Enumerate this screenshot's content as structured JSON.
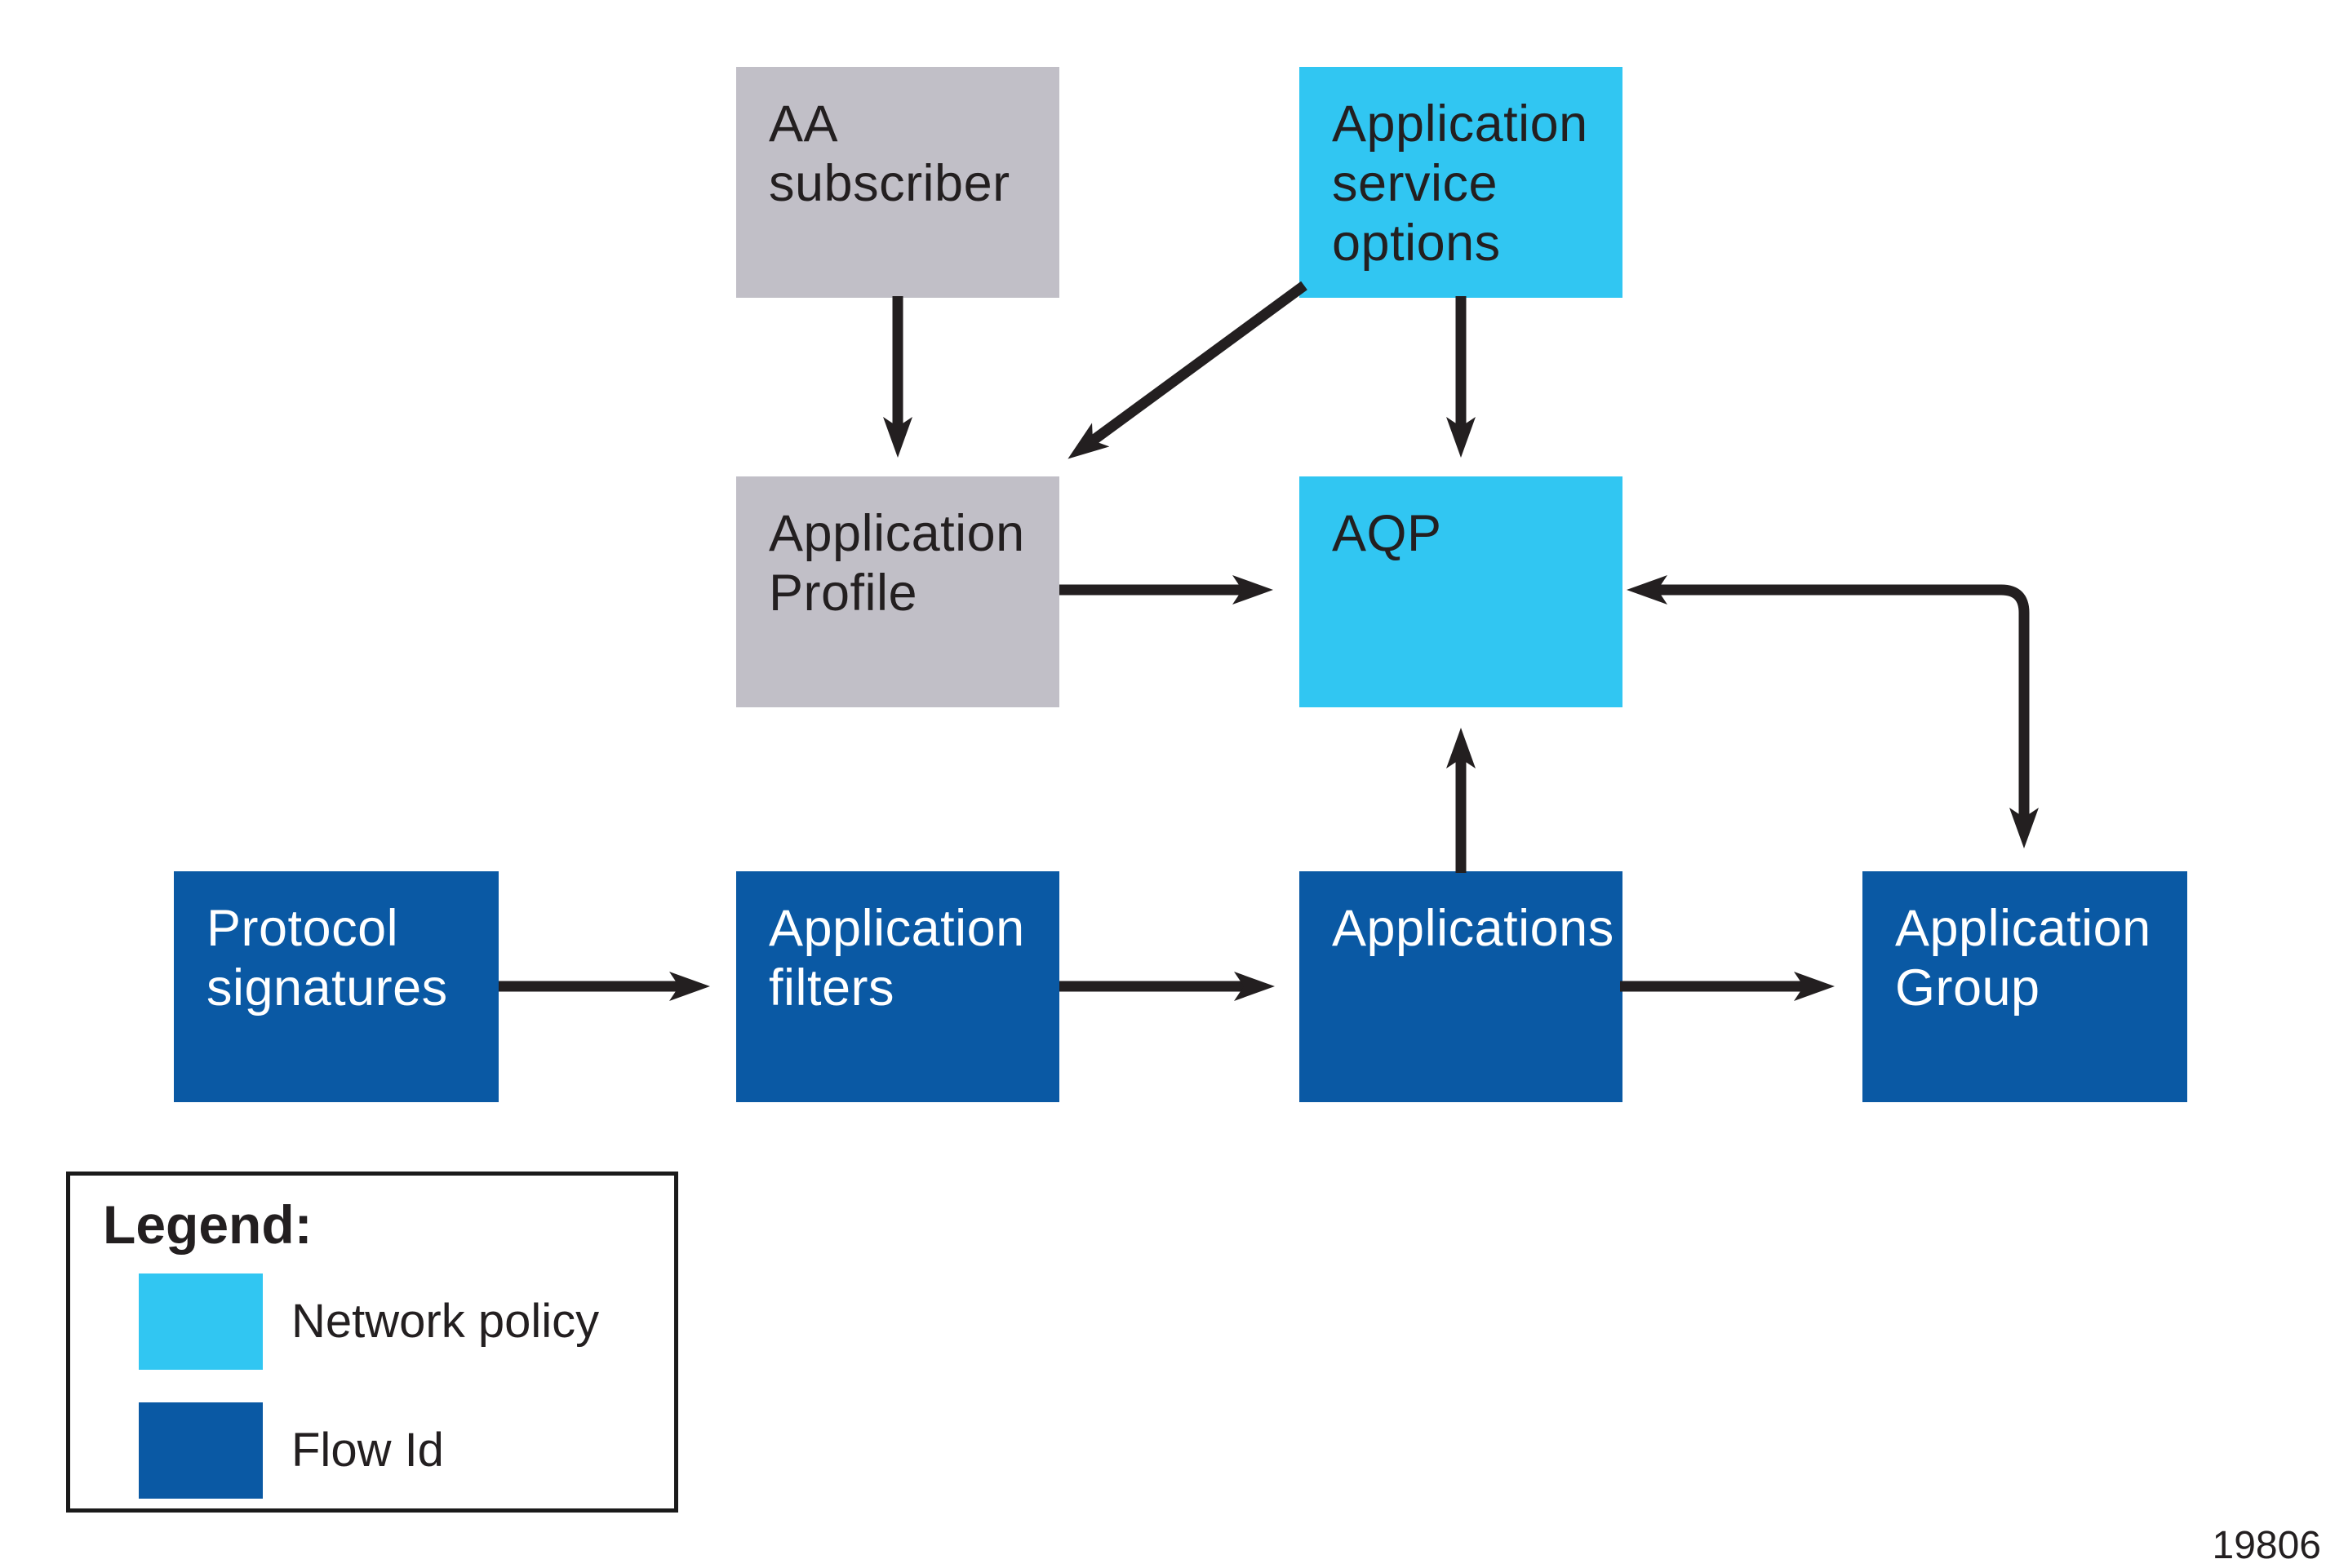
{
  "nodes": {
    "aa_subscriber": {
      "label": "AA\nsubscriber",
      "category": "neutral"
    },
    "app_service_options": {
      "label": "Application\nservice\noptions",
      "category": "network_policy"
    },
    "application_profile": {
      "label": "Application\nProfile",
      "category": "neutral"
    },
    "aqp": {
      "label": "AQP",
      "category": "network_policy"
    },
    "protocol_signatures": {
      "label": "Protocol\nsignatures",
      "category": "flow_id"
    },
    "application_filters": {
      "label": "Application\nfilters",
      "category": "flow_id"
    },
    "applications": {
      "label": "Applications",
      "category": "flow_id"
    },
    "application_group": {
      "label": "Application\nGroup",
      "category": "flow_id"
    }
  },
  "edges": [
    {
      "from": "aa_subscriber",
      "to": "application_profile"
    },
    {
      "from": "app_service_options",
      "to": "application_profile"
    },
    {
      "from": "app_service_options",
      "to": "aqp"
    },
    {
      "from": "application_profile",
      "to": "aqp"
    },
    {
      "from": "protocol_signatures",
      "to": "application_filters"
    },
    {
      "from": "application_filters",
      "to": "applications"
    },
    {
      "from": "applications",
      "to": "aqp"
    },
    {
      "from": "applications",
      "to": "application_group"
    },
    {
      "from": "application_group",
      "to": "aqp",
      "double_headed": true
    }
  ],
  "legend": {
    "title": "Legend:",
    "items": [
      {
        "label": "Network policy",
        "color": "#31C6F2"
      },
      {
        "label": "Flow Id",
        "color": "#0A59A4"
      }
    ]
  },
  "colors": {
    "network_policy": "#31C6F2",
    "flow_id": "#0A59A4",
    "neutral_box": "#C1BFC7",
    "arrow": "#231F20",
    "text_on_dark": "#FFFFFF",
    "text_on_light": "#231F20"
  },
  "figure_number": "19806"
}
